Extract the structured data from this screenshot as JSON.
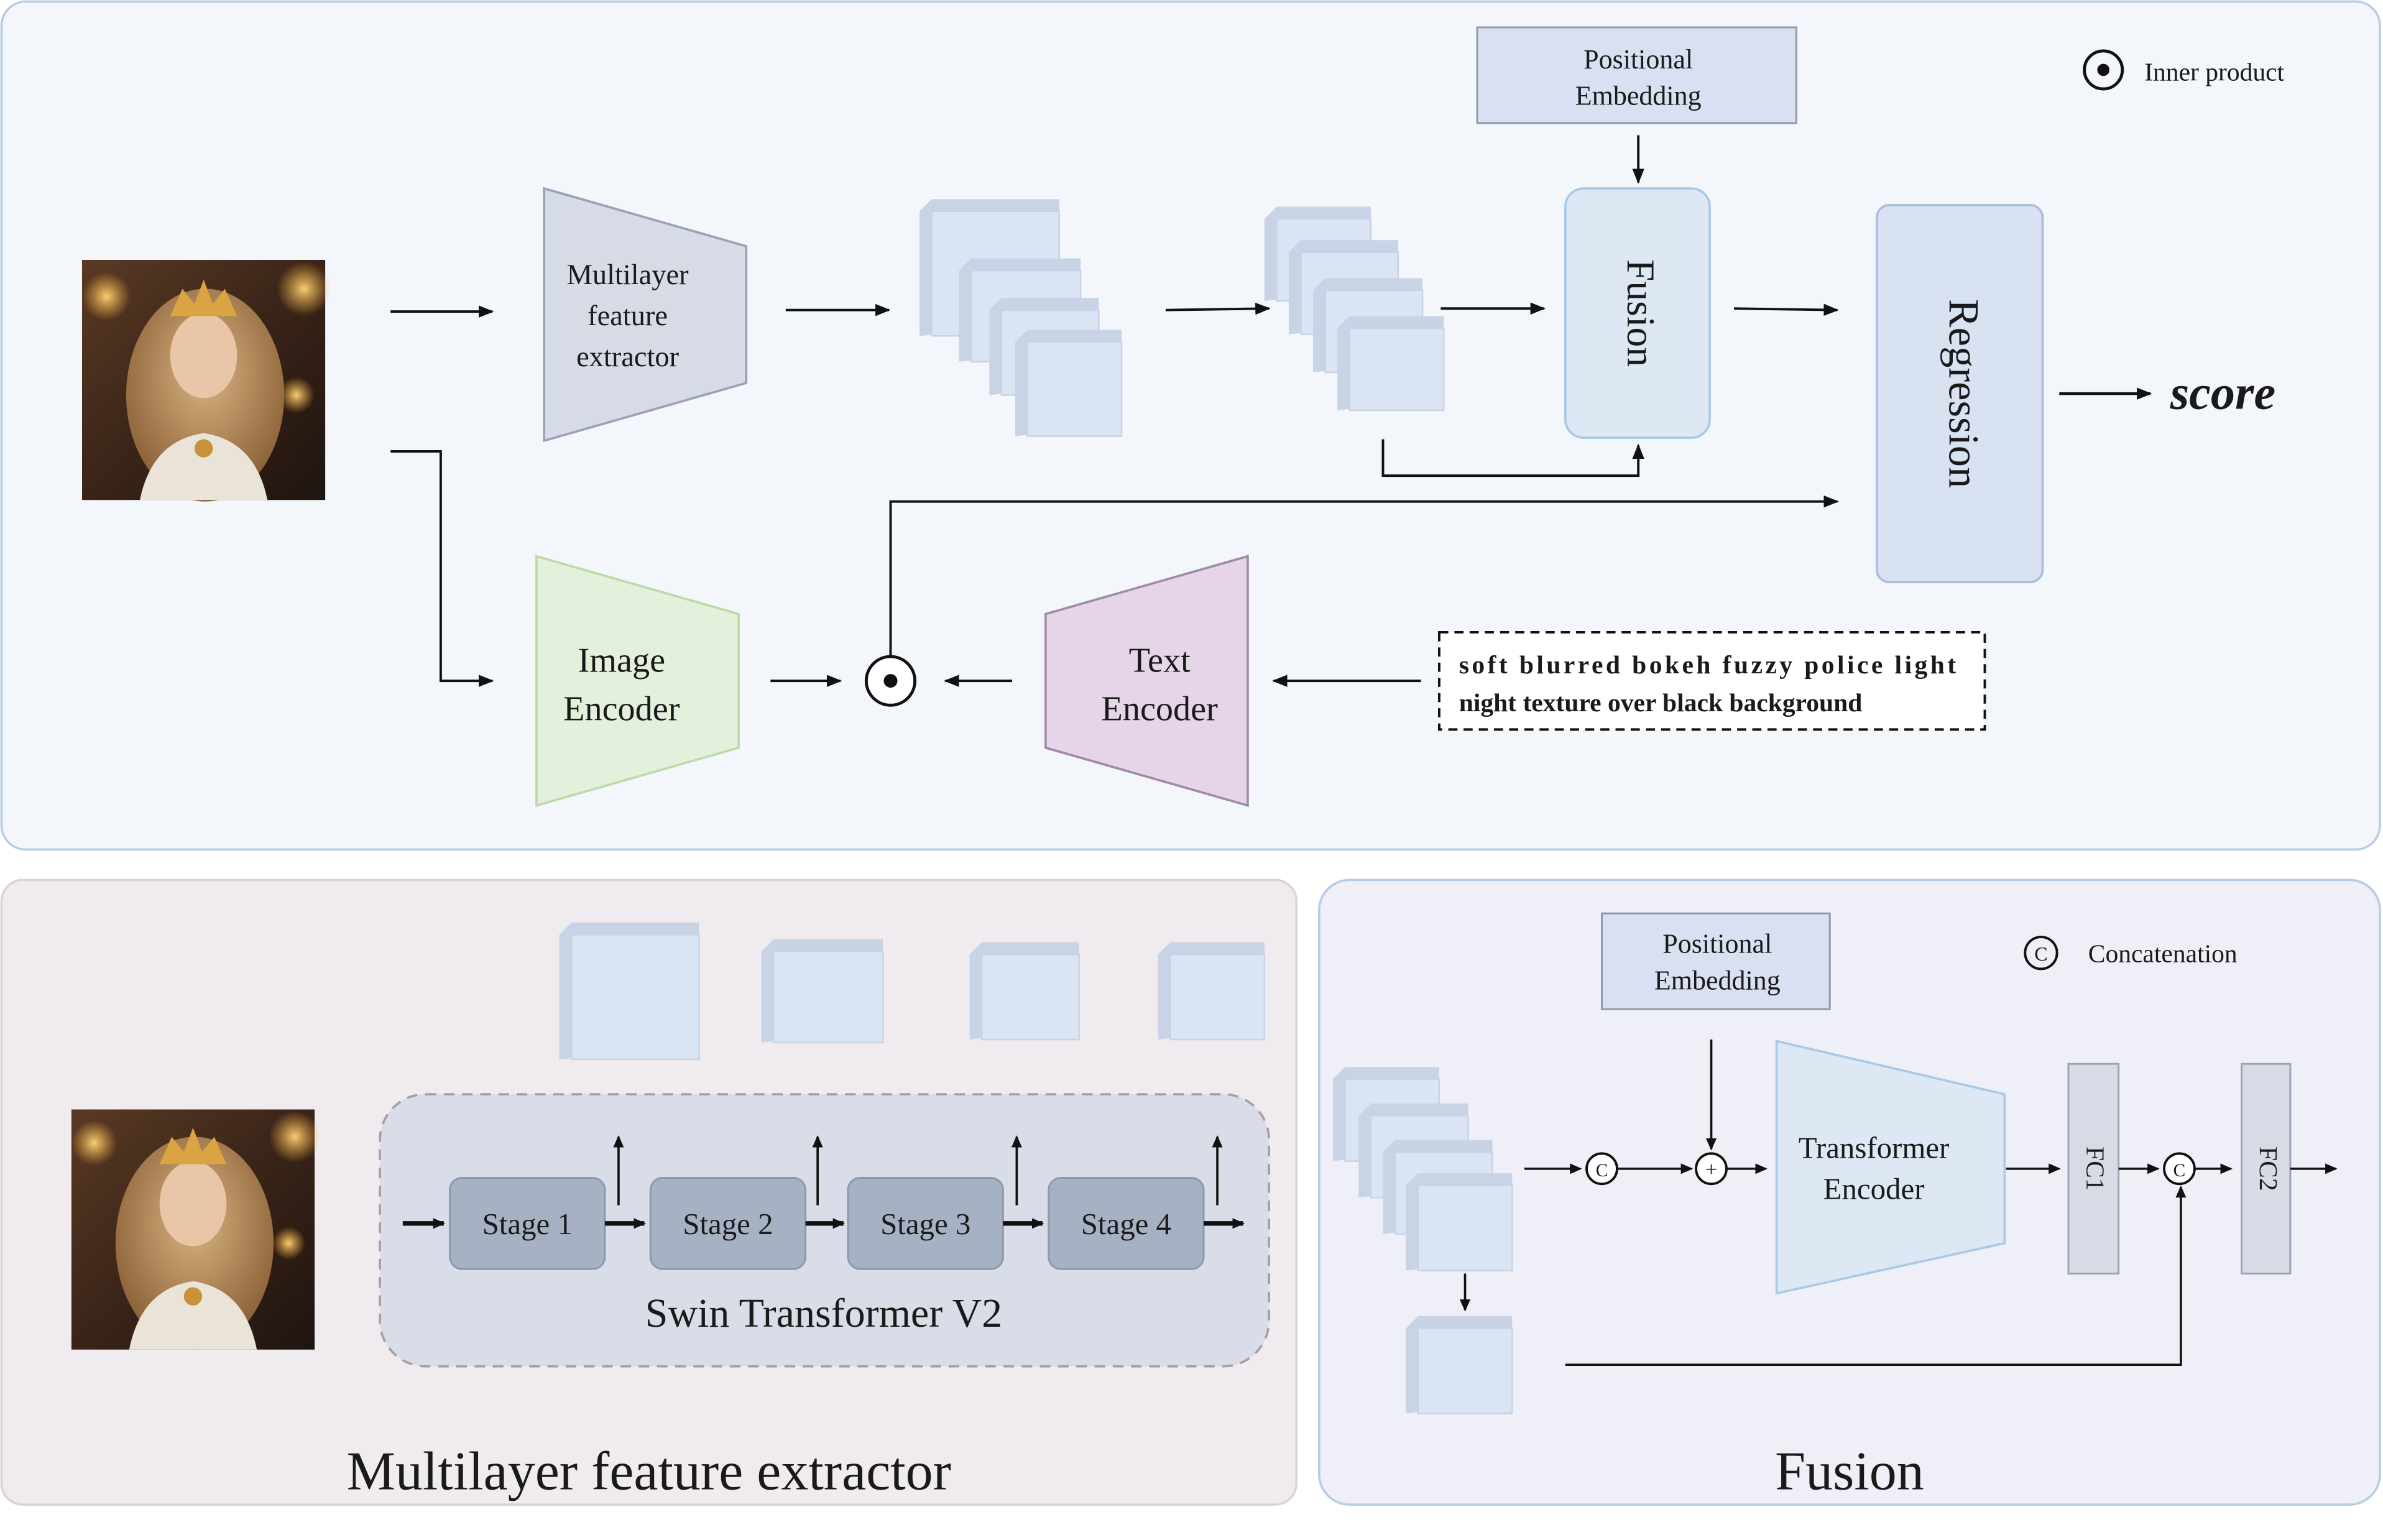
{
  "top_panel": {
    "legend_inner_product": "Inner product",
    "positional_embedding": [
      "Positional",
      "Embedding"
    ],
    "multilayer_extractor": [
      "Multilayer",
      "feature",
      "extractor"
    ],
    "fusion": "Fusion",
    "regression": "Regression",
    "score": "score",
    "image_encoder": [
      "Image",
      "Encoder"
    ],
    "text_encoder": [
      "Text",
      "Encoder"
    ],
    "prompt": [
      "soft blurred bokeh fuzzy police light",
      "night texture over black background"
    ]
  },
  "extractor_panel": {
    "stages": [
      "Stage 1",
      "Stage 2",
      "Stage 3",
      "Stage 4"
    ],
    "backbone": "Swin Transformer V2",
    "title": "Multilayer feature extractor"
  },
  "fusion_panel": {
    "positional_embedding": [
      "Positional",
      "Embedding"
    ],
    "legend_concatenation": "Concatenation",
    "concat_symbol": "C",
    "add_symbol": "+",
    "transformer_encoder": [
      "Transformer",
      "Encoder"
    ],
    "fc1": "FC1",
    "fc2": "FC2",
    "title": "Fusion"
  },
  "colors": {
    "top_bg": "#f3f6fb",
    "bottom_left_bg": "#efebef",
    "bottom_right_bg": "#eff0f7",
    "cube_front": "#dbe4f3",
    "extractor_fill": "#d6dbe6",
    "image_encoder_fill": "#e3f1dc",
    "text_encoder_fill": "#e6d5e8",
    "fusion_fill": "#dde8f4",
    "regression_fill": "#d9e2f1",
    "stage_fill": "#a7b1c4",
    "swin_bg": "#d8dde7"
  }
}
